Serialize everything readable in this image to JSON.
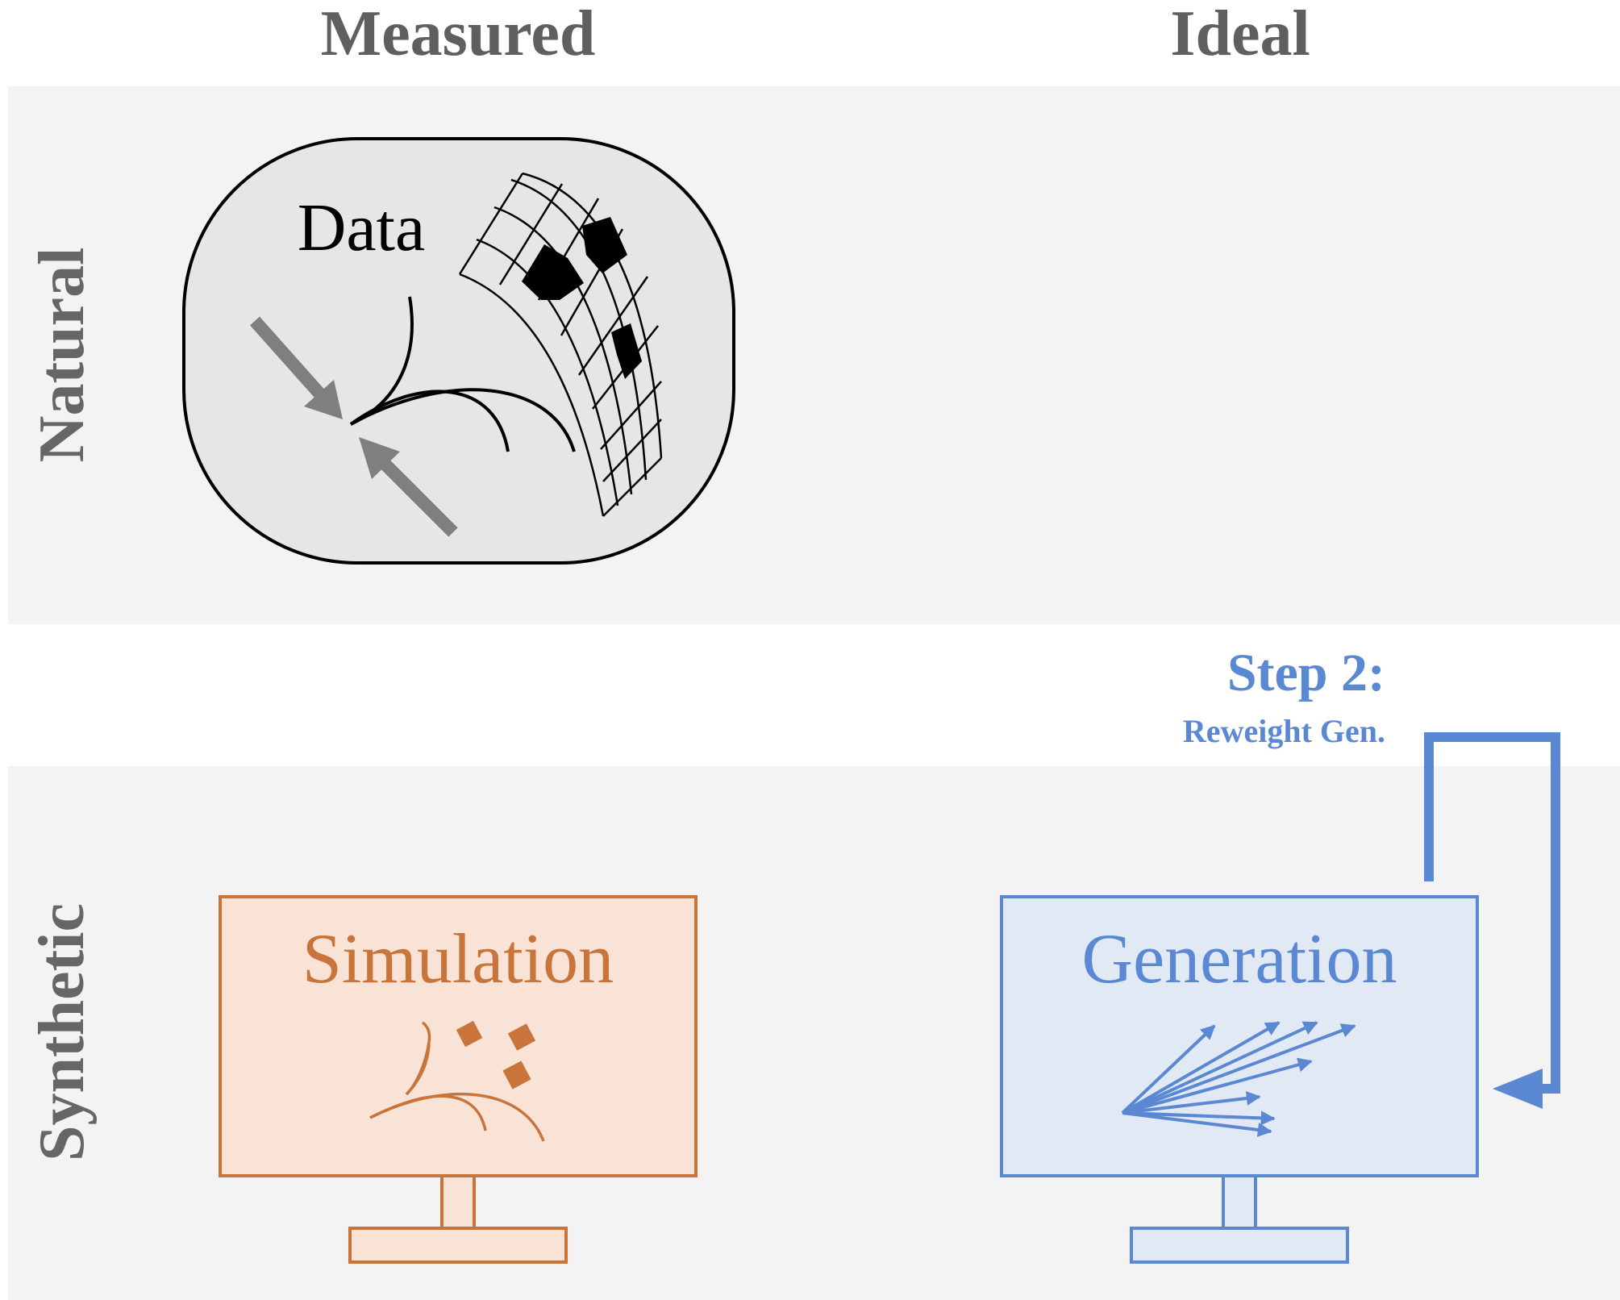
{
  "columns": {
    "measured": "Measured",
    "ideal": "Ideal"
  },
  "rows": {
    "natural": "Natural",
    "synthetic": "Synthetic"
  },
  "natural_measured": {
    "title": "Data",
    "icon": "particle-collision-detector-icon"
  },
  "synthetic_measured": {
    "title": "Simulation",
    "icon": "simulated-tracks-icon"
  },
  "synthetic_ideal": {
    "title": "Generation",
    "icon": "particle-vectors-icon"
  },
  "step": {
    "title": "Step 2:",
    "subtitle": "Reweight Gen."
  },
  "colors": {
    "band": "#f3f3f3",
    "header_text": "#5f5f5f",
    "row_text": "#666666",
    "simulation_stroke": "#c8743a",
    "simulation_fill": "#f9e3d6",
    "generation_stroke": "#5b88d2",
    "generation_fill": "#e1e9f5",
    "data_fill": "#e6e6e6",
    "arrow_gray": "#7f7f7f"
  }
}
